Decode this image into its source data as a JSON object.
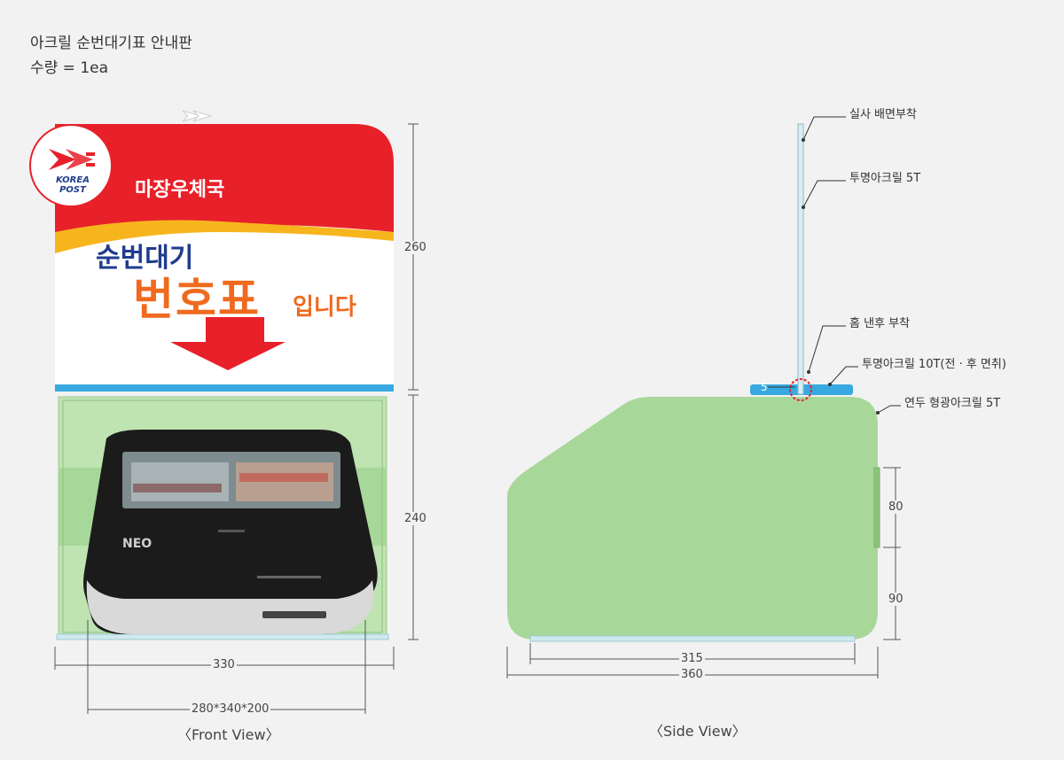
{
  "header": {
    "title": "아크릴 순번대기표 안내판",
    "quantity": "수량 = 1ea"
  },
  "sign": {
    "logo_text": "KOREA POST",
    "office": "마장우체국",
    "line1": "순번대기",
    "line2_big": "번호표",
    "line2_small": "입니다"
  },
  "machine": {
    "brand": "NEO"
  },
  "front_dims": {
    "height_top": "260",
    "height_bottom": "240",
    "width": "330",
    "machine_size": "280*340*200"
  },
  "side_dims": {
    "slot_height": "80",
    "bottom_gap": "90",
    "inner_width": "315",
    "width": "360",
    "thickness": "5"
  },
  "side_notes": {
    "n1": "실사 배면부착",
    "n2": "투명아크릴 5T",
    "n3": "홈 낸후 부착",
    "n4": "투명아크릴 10T(전 · 후 면취)",
    "n5": "연두 형광아크릴 5T"
  },
  "captions": {
    "front": "〈Front View〉",
    "side": "〈Side View〉"
  },
  "colors": {
    "red": "#e8202a",
    "orange": "#ef6a1e",
    "navy": "#1f3c8f",
    "green": "#a8d79a",
    "blue": "#38a9e0"
  }
}
